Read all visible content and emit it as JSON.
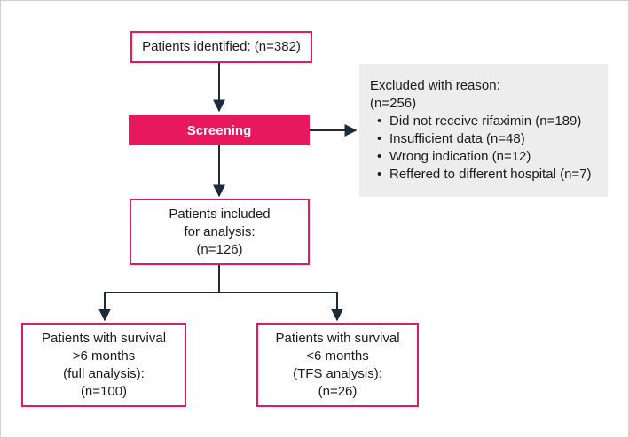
{
  "identified": {
    "text": "Patients identified: (n=382)"
  },
  "screening": {
    "label": "Screening"
  },
  "excluded": {
    "heading": "Excluded with reason:",
    "count": "(n=256)",
    "reasons": [
      "Did not receive rifaximin (n=189)",
      "Insufficient data (n=48)",
      "Wrong indication (n=12)",
      "Reffered to different hospital (n=7)"
    ]
  },
  "included": {
    "lines": [
      "Patients included",
      "for analysis:",
      "(n=126)"
    ]
  },
  "survival_long": {
    "lines": [
      "Patients with survival",
      ">6 months",
      "(full analysis):",
      "(n=100)"
    ]
  },
  "survival_short": {
    "lines": [
      "Patients with survival",
      "<6 months",
      "(TFS analysis):",
      "(n=26)"
    ]
  },
  "colors": {
    "accent": "#e8185f",
    "line": "#1c2a3a",
    "excluded_bg": "#ededed"
  }
}
